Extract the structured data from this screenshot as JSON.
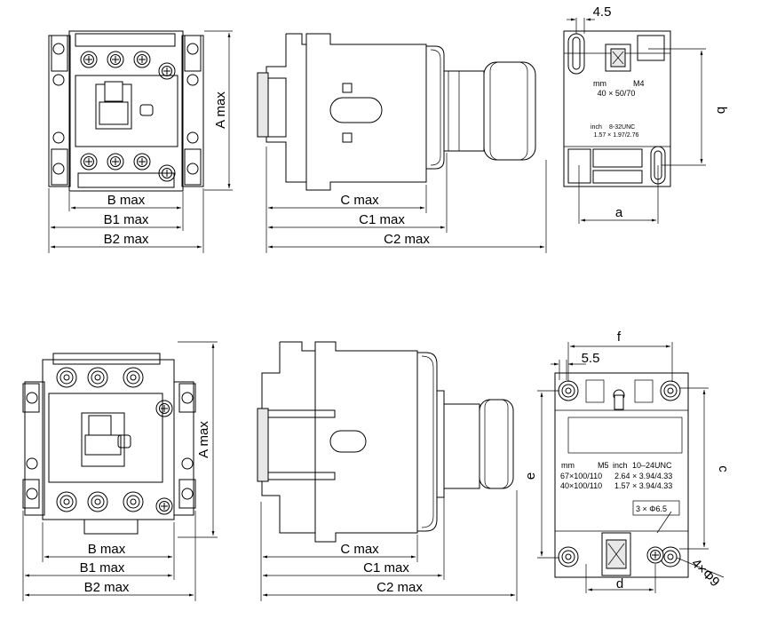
{
  "labels": {
    "b_max": "B max",
    "b1_max": "B1 max",
    "b2_max": "B2 max",
    "a_max": "A max",
    "c_max": "C max",
    "c1_max": "C1 max",
    "c2_max": "C2 max",
    "b_max_2": "B  max",
    "b1_max_2": "B1 max",
    "b2_max_2": "B2  max",
    "a_max_2": "A  max",
    "c_max_2": "C  max",
    "c1_max_2": "C1 max",
    "c2_max_2": "C2  max"
  },
  "top_mount": {
    "slot": "4.5",
    "mm_label": "mm",
    "thread_mm": "M4",
    "size_mm": "40 × 50/70",
    "inch_label": "inch",
    "thread_inch": "8-32UNC",
    "size_inch": "1.57 × 1.97/2.76",
    "dim_a": "a",
    "dim_b": "b"
  },
  "bottom_mount": {
    "slot": "5.5",
    "mm_label": "mm",
    "thread_mm": "M5",
    "inch_label": "inch",
    "thread_inch": "10–24UNC",
    "row1_mm": "67×100/110",
    "row1_inch": "2.64 × 3.94/4.33",
    "row2_mm": "40×100/110",
    "row2_inch": "1.57 × 3.94/4.33",
    "holes3": "3 × Φ6.5",
    "holes4": "4×Φ9",
    "dim_c": "c",
    "dim_d": "d",
    "dim_e": "e",
    "dim_f": "f"
  }
}
